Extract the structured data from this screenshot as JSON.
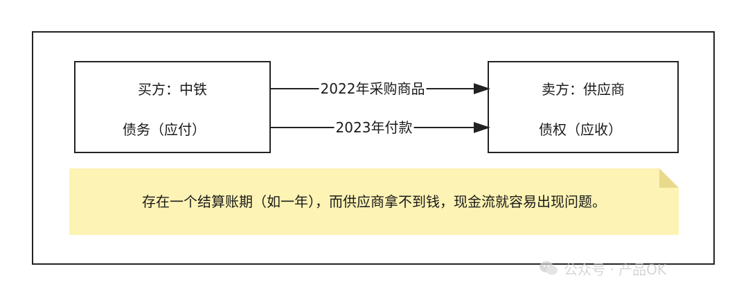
{
  "diagram": {
    "nodes": {
      "buyer": {
        "title": "买方：中铁",
        "subtitle": "债务（应付）"
      },
      "seller": {
        "title": "卖方：供应商",
        "subtitle": "债权（应收）"
      }
    },
    "edges": {
      "purchase": {
        "label": "2022年采购商品"
      },
      "payment": {
        "label": "2023年付款"
      }
    },
    "note": {
      "text": "存在一个结算账期（如一年），而供应商拿不到钱，现金流就容易出现问题。"
    },
    "colors": {
      "border": "#222222",
      "note_fill": "#fdf3b4",
      "note_fold": "#e8d98c"
    }
  },
  "watermark": {
    "icon": "wechat-icon",
    "label": "公众号 · 产品OK"
  }
}
